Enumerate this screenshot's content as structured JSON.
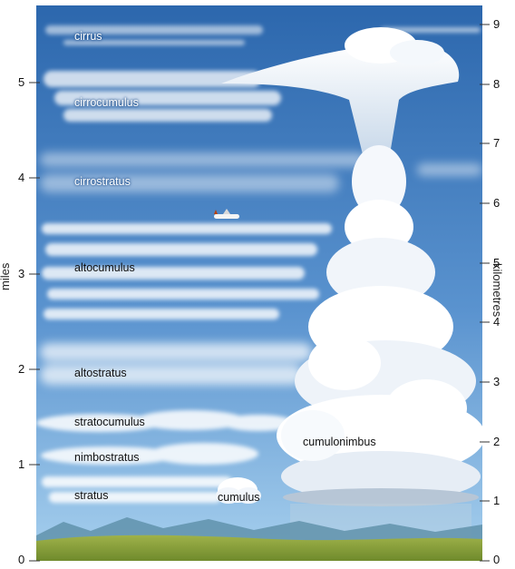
{
  "axes": {
    "left_title": "miles",
    "right_title": "kilometres",
    "left_ticks": [
      "0",
      "1",
      "2",
      "3",
      "4",
      "5"
    ],
    "right_ticks": [
      "0",
      "1",
      "2",
      "3",
      "4",
      "5",
      "6",
      "7",
      "8",
      "9"
    ]
  },
  "clouds": {
    "cirrus": "cirrus",
    "cirrocumulus": "cirrocumulus",
    "cirrostratus": "cirrostratus",
    "altocumulus": "altocumulus",
    "altostratus": "altostratus",
    "stratocumulus": "stratocumulus",
    "nimbostratus": "nimbostratus",
    "stratus": "stratus",
    "cumulus": "cumulus",
    "cumulonimbus": "cumulonimbus"
  },
  "colors": {
    "sky_top": "#2f6fb5",
    "sky_bottom": "#8fc0e6",
    "cloud": "#ffffff",
    "ground": "#8aa03c",
    "mountains": "#5d8fa8"
  }
}
